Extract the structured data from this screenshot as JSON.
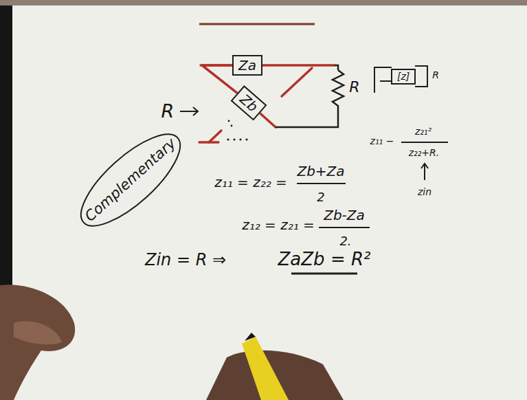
{
  "diagram": {
    "nodes": [
      {
        "text": [
          "Za"
        ]
      },
      {
        "text": [
          "Zb"
        ]
      },
      {
        "text": [
          "[z]"
        ]
      }
    ],
    "edges": [
      {
        "from": 0,
        "to": 1,
        "arrow": "none"
      }
    ],
    "labels": [
      "R",
      "R",
      "Complementary",
      "z₁₁ = z₂₂ =",
      "Zb+Za",
      "2",
      "z₁₂ = z₂₁ =",
      "Zb-Za",
      "2.",
      "Zin = R ⇒",
      "ZaZb = R²",
      "R",
      "z₁₁ −",
      "z₂₁²",
      "z₂₂+R.",
      "zin"
    ]
  }
}
